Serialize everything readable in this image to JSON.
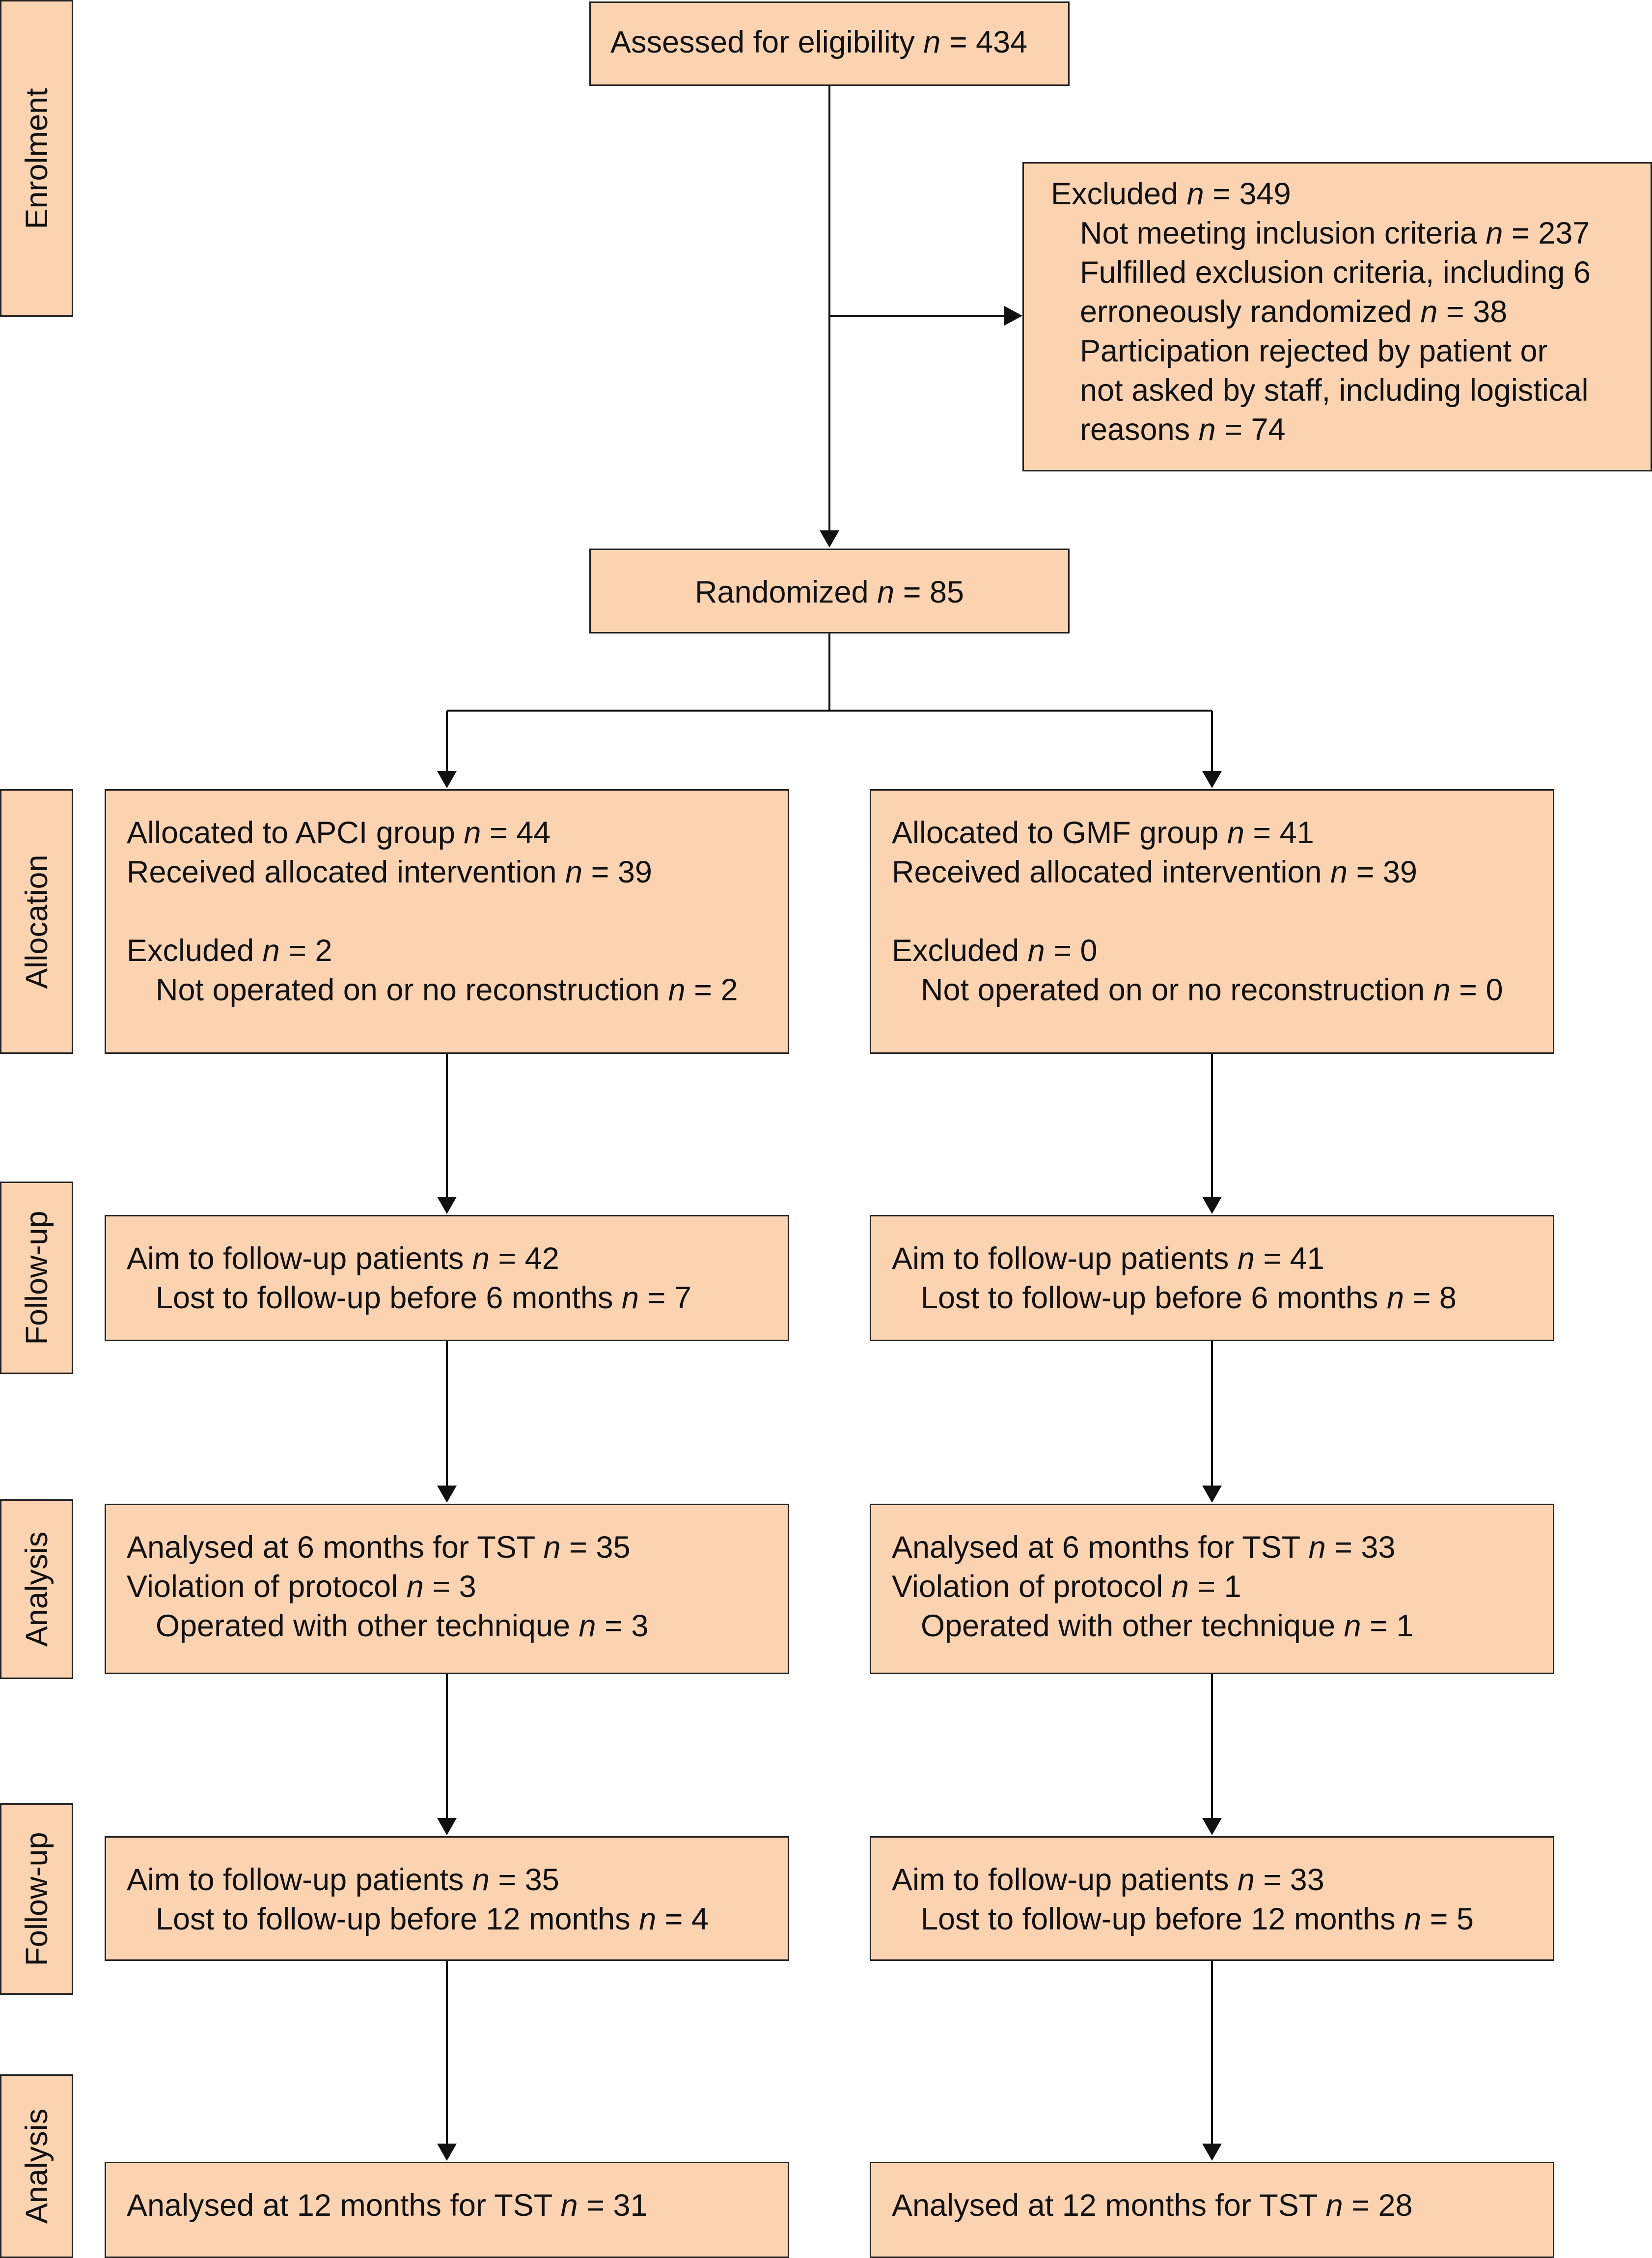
{
  "stages": {
    "enrolment": "Enrolment",
    "allocation": "Allocation",
    "followup1": "Follow-up",
    "analysis1": "Analysis",
    "followup2": "Follow-up",
    "analysis2": "Analysis"
  },
  "assessed": {
    "text": "Assessed for eligibility ",
    "n": "n",
    "val": " = 434"
  },
  "excluded": {
    "title": {
      "text": "Excluded ",
      "n": "n",
      "val": " = 349"
    },
    "l1": {
      "text": "Not meeting inclusion criteria ",
      "n": "n",
      "val": " = 237"
    },
    "l2": "Fulfilled exclusion criteria, including 6",
    "l3": {
      "text": "erroneously randomized ",
      "n": "n",
      "val": " = 38"
    },
    "l4": "Participation rejected by patient or",
    "l5": "not asked by staff, including logistical",
    "l6": {
      "text": "reasons ",
      "n": "n",
      "val": " = 74"
    }
  },
  "randomized": {
    "text": "Randomized ",
    "n": "n",
    "val": " = 85"
  },
  "apci": {
    "alloc": {
      "l1": {
        "text": "Allocated to APCI group ",
        "n": "n",
        "val": " = 44"
      },
      "l2": {
        "text": "Received allocated intervention ",
        "n": "n",
        "val": " = 39"
      },
      "l3": {
        "text": "Excluded ",
        "n": "n",
        "val": " = 2"
      },
      "l4": {
        "text": "Not operated on or no reconstruction ",
        "n": "n",
        "val": " = 2"
      }
    },
    "fu1": {
      "l1": {
        "text": "Aim to follow-up patients ",
        "n": "n",
        "val": " = 42"
      },
      "l2": {
        "text": "Lost to follow-up before 6 months ",
        "n": "n",
        "val": " = 7"
      }
    },
    "an1": {
      "l1": {
        "text": "Analysed at 6 months for TST ",
        "n": "n",
        "val": " = 35"
      },
      "l2": {
        "text": "Violation of protocol ",
        "n": "n",
        "val": " = 3"
      },
      "l3": {
        "text": "Operated with other technique ",
        "n": "n",
        "val": " = 3"
      }
    },
    "fu2": {
      "l1": {
        "text": "Aim to follow-up patients ",
        "n": "n",
        "val": " = 35"
      },
      "l2": {
        "text": "Lost to follow-up before 12 months ",
        "n": "n",
        "val": " = 4"
      }
    },
    "an2": {
      "l1": {
        "text": "Analysed at 12 months for TST ",
        "n": "n",
        "val": " = 31"
      }
    }
  },
  "gmf": {
    "alloc": {
      "l1": {
        "text": "Allocated to GMF group ",
        "n": "n",
        "val": " = 41"
      },
      "l2": {
        "text": "Received allocated intervention ",
        "n": "n",
        "val": " = 39"
      },
      "l3": {
        "text": "Excluded ",
        "n": "n",
        "val": " = 0"
      },
      "l4": {
        "text": "Not operated on or no reconstruction ",
        "n": "n",
        "val": " = 0"
      }
    },
    "fu1": {
      "l1": {
        "text": "Aim to follow-up patients ",
        "n": "n",
        "val": " = 41"
      },
      "l2": {
        "text": "Lost to follow-up before 6 months ",
        "n": "n",
        "val": " = 8"
      }
    },
    "an1": {
      "l1": {
        "text": "Analysed at 6 months for TST ",
        "n": "n",
        "val": " = 33"
      },
      "l2": {
        "text": "Violation of protocol ",
        "n": "n",
        "val": " = 1"
      },
      "l3": {
        "text": "Operated with other technique ",
        "n": "n",
        "val": " = 1"
      }
    },
    "fu2": {
      "l1": {
        "text": "Aim to follow-up patients ",
        "n": "n",
        "val": " = 33"
      },
      "l2": {
        "text": "Lost to follow-up before 12 months ",
        "n": "n",
        "val": " = 5"
      }
    },
    "an2": {
      "l1": {
        "text": "Analysed at 12 months for TST ",
        "n": "n",
        "val": " = 28"
      }
    }
  }
}
